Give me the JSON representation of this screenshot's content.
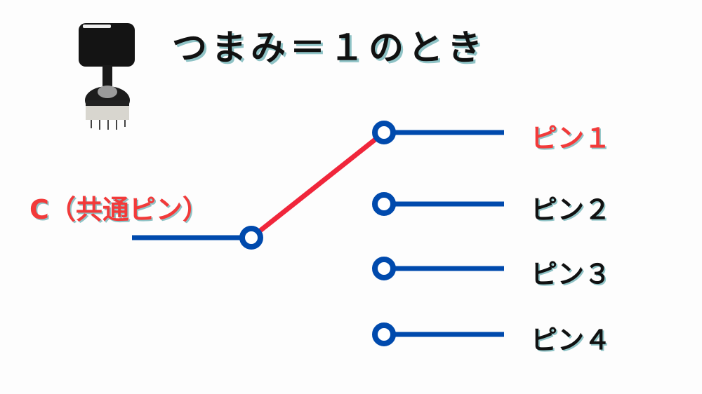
{
  "title": "つまみ＝１のとき",
  "common_label": "C（共通ピン）",
  "pins": [
    {
      "label": "ピン１",
      "active": true
    },
    {
      "label": "ピン２",
      "active": false
    },
    {
      "label": "ピン３",
      "active": false
    },
    {
      "label": "ピン４",
      "active": false
    }
  ],
  "colors": {
    "wire": "#004aad",
    "active": "#f0263b",
    "active_text": "#f23a3a",
    "text": "#111111",
    "shadow": "#8fc3c6"
  },
  "knob_position": "1",
  "image": {
    "alt": "rotary-switch-photo"
  }
}
